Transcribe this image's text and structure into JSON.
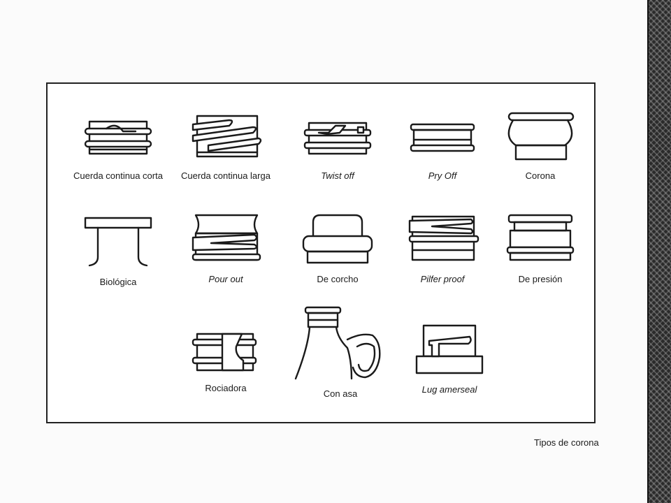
{
  "figure": {
    "caption": "Tipos de corona",
    "items": [
      {
        "label": "Cuerda continua corta",
        "icon": "short-continuous-thread-icon",
        "italic": false
      },
      {
        "label": "Cuerda continua larga",
        "icon": "long-continuous-thread-icon",
        "italic": false
      },
      {
        "label": "Twist off",
        "icon": "twist-off-icon",
        "italic": true
      },
      {
        "label": "Pry Off",
        "icon": "pry-off-icon",
        "italic": true
      },
      {
        "label": "Corona",
        "icon": "crown-finish-icon",
        "italic": false
      },
      {
        "label": "Biológica",
        "icon": "biological-finish-icon",
        "italic": false
      },
      {
        "label": "Pour out",
        "icon": "pour-out-icon",
        "italic": true
      },
      {
        "label": "De corcho",
        "icon": "cork-finish-icon",
        "italic": false
      },
      {
        "label": "Pilfer proof",
        "icon": "pilfer-proof-icon",
        "italic": true
      },
      {
        "label": "De presión",
        "icon": "press-finish-icon",
        "italic": false
      },
      {
        "label": "Rociadora",
        "icon": "sprayer-finish-icon",
        "italic": false
      },
      {
        "label": "Con asa",
        "icon": "handled-jug-icon",
        "italic": false
      },
      {
        "label": "Lug amerseal",
        "icon": "lug-amerseal-icon",
        "italic": true
      }
    ]
  }
}
